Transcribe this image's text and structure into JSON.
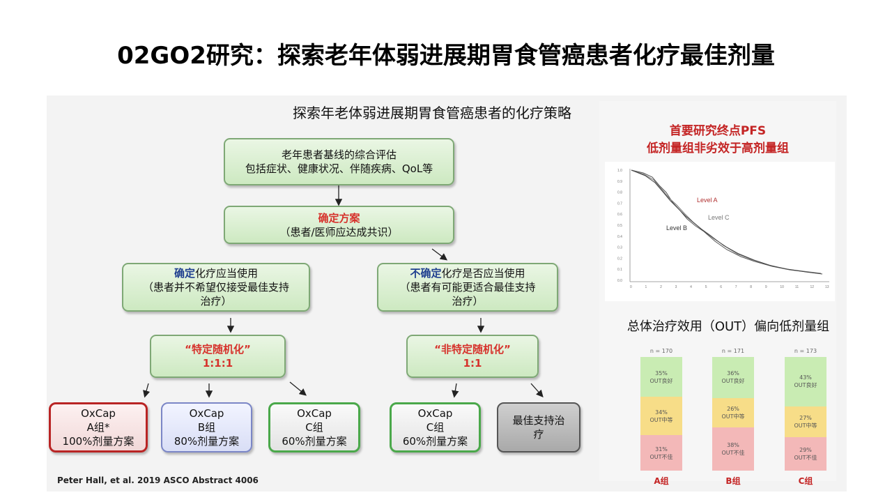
{
  "slide_title": "02GO2研究：探索老年体弱进展期胃食管癌患者化疗最佳剂量",
  "flow": {
    "title": "探索年老体弱进展期胃食管癌患者的化疗策略",
    "assessment": {
      "line1": "老年患者基线的综合评估",
      "line2": "包括症状、健康状况、伴随疾病、QoL等"
    },
    "plan": {
      "line1": "确定方案",
      "line2": "（患者/医师应达成共识）"
    },
    "certain": {
      "keyword": "确定",
      "line1_rest": "化疗应当使用",
      "line2": "（患者并不希望仅接受最佳支持",
      "line3": "治疗）"
    },
    "uncertain": {
      "keyword": "不确定",
      "line1_rest": "化疗是否应当使用",
      "line2": "（患者有可能更适合最佳支持",
      "line3": "治疗）"
    },
    "specific_rand": {
      "line1": "“特定随机化”",
      "line2": "1:1:1"
    },
    "nonspecific_rand": {
      "line1": "“非特定随机化”",
      "line2": "1:1"
    },
    "arms": [
      {
        "l1": "OxCap",
        "l2": "A组*",
        "l3": "100%剂量方案"
      },
      {
        "l1": "OxCap",
        "l2": "B组",
        "l3": "80%剂量方案"
      },
      {
        "l1": "OxCap",
        "l2": "C组",
        "l3": "60%剂量方案"
      },
      {
        "l1": "OxCap",
        "l2": "C组",
        "l3": "60%剂量方案"
      }
    ],
    "bsc": "最佳支持治疗",
    "citation": "Peter Hall, et al. 2019 ASCO  Abstract 4006"
  },
  "pfs": {
    "heading_line1": "首要研究终点PFS",
    "heading_line2": "低剂量组非劣效于高剂量组",
    "legend": [
      "Level A",
      "Level C",
      "Level B"
    ],
    "x_ticks": [
      "0",
      "1",
      "2",
      "3",
      "4",
      "5",
      "6",
      "7",
      "8",
      "9",
      "10",
      "11",
      "12",
      "13"
    ],
    "y_ticks": [
      "1.0",
      "0.9",
      "0.8",
      "0.7",
      "0.6",
      "0.5",
      "0.4",
      "0.3",
      "0.2",
      "0.1",
      "0.0"
    ]
  },
  "out": {
    "title": "总体治疗效用（OUT）偏向低剂量组",
    "groups": [
      {
        "n": "n = 170",
        "good_pct": "35%",
        "good": "OUT良好",
        "mid_pct": "34%",
        "mid": "OUT中等",
        "bad_pct": "31%",
        "bad": "OUT不佳",
        "label": "A组",
        "good_v": 35,
        "mid_v": 34,
        "bad_v": 31
      },
      {
        "n": "n = 171",
        "good_pct": "36%",
        "good": "OUT良好",
        "mid_pct": "26%",
        "mid": "OUT中等",
        "bad_pct": "38%",
        "bad": "OUT不佳",
        "label": "B组",
        "good_v": 36,
        "mid_v": 26,
        "bad_v": 38
      },
      {
        "n": "n = 173",
        "good_pct": "43%",
        "good": "OUT良好",
        "mid_pct": "27%",
        "mid": "OUT中等",
        "bad_pct": "29%",
        "bad": "OUT不佳",
        "label": "C组",
        "good_v": 43,
        "mid_v": 27,
        "bad_v": 29
      }
    ],
    "colors": {
      "good": "#c9ecb3",
      "mid": "#f7dd88",
      "bad": "#f3b8b8"
    }
  }
}
